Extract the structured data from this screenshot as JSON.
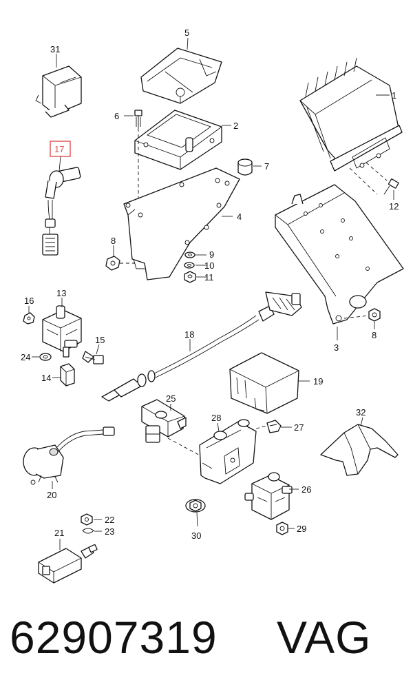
{
  "diagram": {
    "callouts": {
      "p1": "1",
      "p2": "2",
      "p3": "3",
      "p4": "4",
      "p5": "5",
      "p6": "6",
      "p7": "7",
      "p8a": "8",
      "p8b": "8",
      "p9": "9",
      "p10": "10",
      "p11": "11",
      "p12": "12",
      "p13": "13",
      "p14": "14",
      "p15": "15",
      "p16": "16",
      "p17": "17",
      "p18": "18",
      "p19": "19",
      "p20": "20",
      "p21": "21",
      "p22": "22",
      "p23": "23",
      "p24": "24",
      "p25": "25",
      "p26": "26",
      "p27": "27",
      "p28": "28",
      "p29": "29",
      "p30": "30",
      "p31": "31",
      "p32": "32"
    },
    "highlighted_callout": "17",
    "highlight_color": "#e05050"
  },
  "caption": {
    "part_number": "62907319",
    "brand": "VAG"
  }
}
